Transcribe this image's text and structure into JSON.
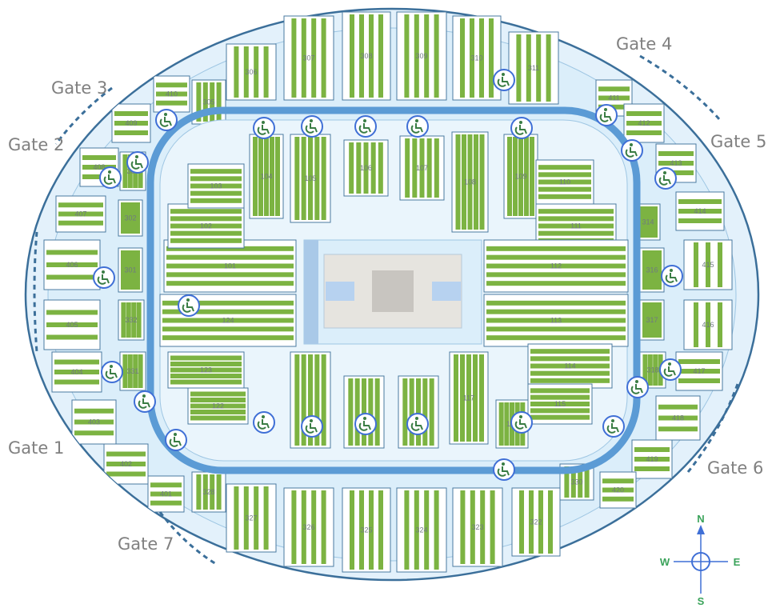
{
  "gates": [
    {
      "label": "Gate 1"
    },
    {
      "label": "Gate 2"
    },
    {
      "label": "Gate 3"
    },
    {
      "label": "Gate 4"
    },
    {
      "label": "Gate 5"
    },
    {
      "label": "Gate 6"
    },
    {
      "label": "Gate 7"
    }
  ],
  "compass": {
    "n": "N",
    "s": "S",
    "e": "E",
    "w": "W"
  },
  "court": {
    "lane_left": "",
    "lane_right": ""
  },
  "sections_100": [
    "101",
    "102",
    "103",
    "104",
    "105",
    "106",
    "107",
    "108",
    "109",
    "110",
    "111",
    "112",
    "113",
    "114",
    "115",
    "116",
    "117",
    "122",
    "123",
    "124"
  ],
  "sections_300": [
    "301",
    "302",
    "303",
    "305",
    "306",
    "307",
    "308",
    "309",
    "310",
    "311",
    "314",
    "316",
    "317",
    "318",
    "322",
    "323",
    "324",
    "325",
    "326",
    "327",
    "328",
    "330",
    "331",
    "332"
  ],
  "sections_400": [
    "401",
    "402",
    "403",
    "404",
    "405",
    "406",
    "407",
    "408",
    "409",
    "410",
    "411",
    "412",
    "413",
    "414",
    "415",
    "416",
    "417",
    "418",
    "419",
    "420"
  ],
  "colors": {
    "seat_green": "#7cb342",
    "concourse": "#dbeefa",
    "walkway": "#5b9bd5",
    "outline": "#3b6f9a",
    "label": "#808080",
    "accessible": "#3f6fd6"
  },
  "icons": {
    "accessible": "wheelchair-icon",
    "compass": "compass-icon"
  }
}
